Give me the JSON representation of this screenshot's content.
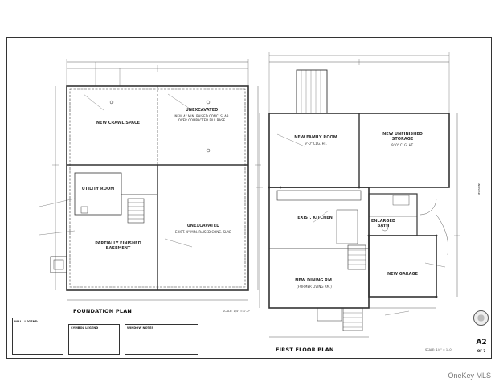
{
  "foundation_plan": {
    "title": "FOUNDATION PLAN",
    "scale": "SCALE: 1/4\" = 1'-0\"",
    "rooms": {
      "crawl_space": "NEW CRAWL SPACE",
      "unexcavated_1": "UNEXCAVATED",
      "unexcavated_1_sub": "NEW 4\" MIN. RAISED CONC. SLAB OVER COMPACTED FILL BASE",
      "utility_room": "UTILITY ROOM",
      "finished_basement": "PARTIALLY FINISHED BASEMENT",
      "unexcavated_2": "UNEXCAVATED",
      "unexcavated_2_sub": "EXIST. 4\" MIN. RAISED CONC. SLAB"
    },
    "legends": {
      "wall_legend": "WALL LEGEND",
      "symbol_legend": "SYMBOL LEGEND",
      "window_notes": "WINDOW NOTES"
    }
  },
  "first_floor_plan": {
    "title": "FIRST FLOOR PLAN",
    "scale": "SCALE: 1/4\" = 1'-0\"",
    "rooms": {
      "family_room": "NEW FAMILY ROOM",
      "family_room_sub": "9'-0\" CLG. HT.",
      "storage": "NEW UNFINISHED STORAGE",
      "storage_sub": "9'-0\" CLG. HT.",
      "kitchen": "EXIST. KITCHEN",
      "bath": "ENLARGED BATH",
      "garage": "NEW GARAGE",
      "dining": "NEW DINING RM.",
      "dining_sub": "(FORMER LIVING RM.)"
    }
  },
  "title_block": {
    "revisions": "REVISIONS",
    "sheet_number": "A2",
    "sheet_of": "OF 7"
  },
  "watermark": "OneKey MLS"
}
